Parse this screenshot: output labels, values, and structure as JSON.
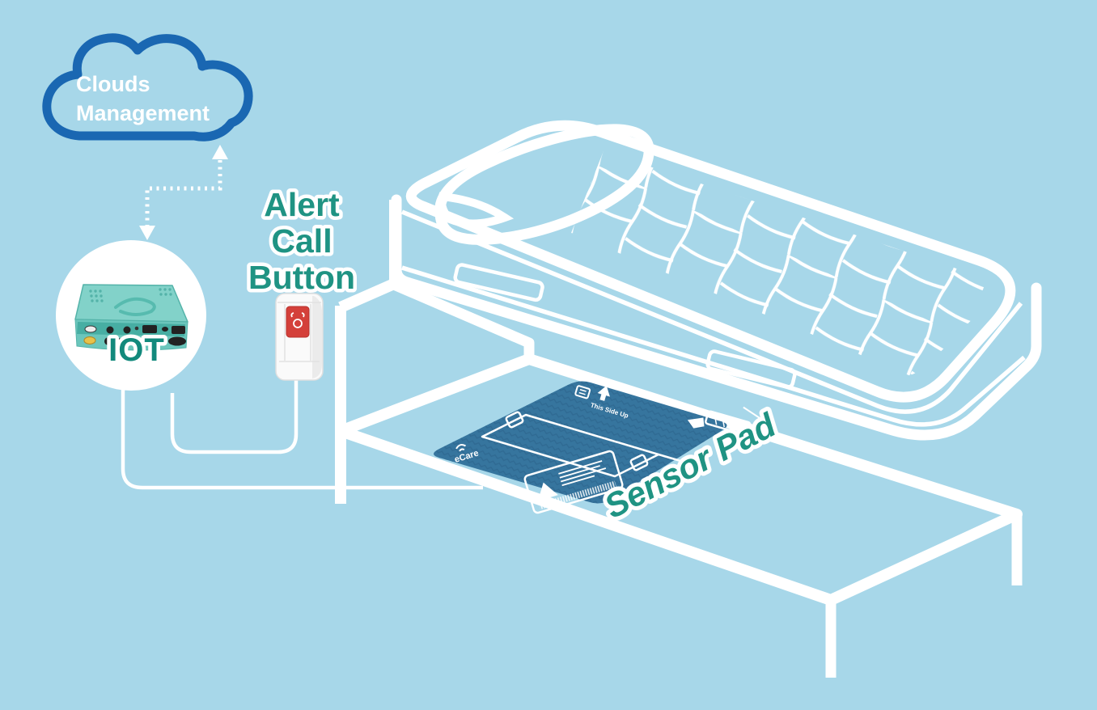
{
  "cloud": {
    "line1": "Clouds",
    "line2": "Management",
    "outline_color": "#1A67B2",
    "text_color": "#FFFFFF"
  },
  "iot": {
    "label": "IOT",
    "device_color": "#7FD1C8",
    "label_color": "#12897C"
  },
  "alert_call_button": {
    "line1": "Alert",
    "line2": "Call",
    "line3": "Button",
    "button_color": "#D4403A"
  },
  "sensor_pad": {
    "label": "Sensor Pad",
    "pad_color": "#36759E",
    "logo": "eCare",
    "side_note": "This Side Up"
  },
  "colors": {
    "background": "#A7D7E9",
    "line_art": "#FFFFFF",
    "accent_text": "#1F9383"
  }
}
